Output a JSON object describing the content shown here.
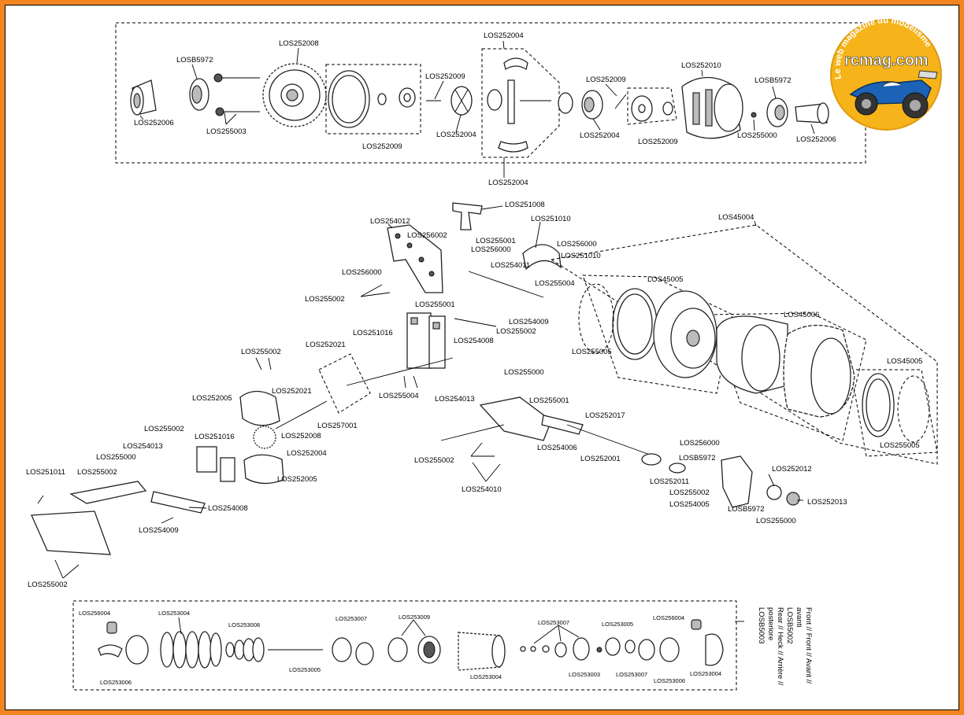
{
  "logo": {
    "arc_text": "Le web magazine du modelisme",
    "brand": "rcmag.com",
    "colors": {
      "brand_yellow": "#f6b41a",
      "brand_blue": "#1c63b7",
      "frame_orange": "#f2851f"
    }
  },
  "notes": {
    "lines": [
      "Front // Front // Avant //",
      "avanti",
      "LOSB5002",
      "Rear // Heck // Arrière //",
      "posteriore",
      "LOSB5003"
    ]
  },
  "labels": {
    "top": {
      "l01": "LOSB5972",
      "l02": "LOS252008",
      "l03": "LOS252004",
      "l04": "LOS252009",
      "l05": "LOS252010",
      "l06": "LOSB5972",
      "l07": "LOS252006",
      "l08": "LOS255003",
      "l09": "LOS252009",
      "l10": "LOS252004",
      "l11": "LOS252009",
      "l12": "LOS252004",
      "l13": "LOS252009",
      "l14": "LOS255000",
      "l15": "LOS252006",
      "l16": "LOS252004"
    },
    "mid": {
      "m01": "LOS251008",
      "m02": "LOS254012",
      "m03": "LOS251010",
      "m04": "LOS256002",
      "m05": "LOS255001",
      "m06": "LOS256000",
      "m07": "LOS256000",
      "m08": "LOS251010",
      "m09": "LOS254011",
      "m10": "LOS256000",
      "m11": "LOS255004",
      "m12": "LOS255002",
      "m13": "LOS255001",
      "m14": "LOS254009",
      "m15": "LOS255002",
      "m16": "LOS251016",
      "m17": "LOS254008",
      "m18": "LOS252021",
      "m19": "LOS255002",
      "m20": "LOS252021",
      "m21": "LOS252005",
      "m22": "LOS255004",
      "m23": "LOS257001",
      "m24": "LOS255002",
      "m25": "LOS252008",
      "m26": "LOS251016",
      "m27": "LOS252004",
      "m28": "LOS254013",
      "m29": "LOS255000",
      "m30": "LOS252005",
      "m31": "LOS251011",
      "m32": "LOS255002",
      "m33": "LOS254008",
      "m34": "LOS254009",
      "m35": "LOS255002",
      "m36": "LOS45004",
      "m37": "LOS45005",
      "m38": "LOS45006",
      "m39": "LOS255005",
      "m40": "LOS45005",
      "m41": "LOS255005",
      "m42": "LOS255000",
      "m43": "LOS254013",
      "m44": "LOS255001",
      "m45": "LOS252017",
      "m46": "LOS254006",
      "m47": "LOS255002",
      "m48": "LOS252001",
      "m49": "LOS254010",
      "m50": "LOS256000",
      "m51": "LOSB5972",
      "m52": "LOS252011",
      "m53": "LOS255002",
      "m54": "LOS254005",
      "m55": "LOSB5972",
      "m56": "LOS252012",
      "m57": "LOS252013",
      "m58": "LOS255000"
    },
    "bottom": {
      "b01": "LOS256004",
      "b02": "LOS253004",
      "b03": "LOS253008",
      "b04": "LOS253007",
      "b05": "LOS253009",
      "b06": "LOS253007",
      "b07": "LOS253005",
      "b08": "LOS256004",
      "b09": "LOS253006",
      "b10": "LOS253005",
      "b11": "LOS253004",
      "b12": "LOS253003",
      "b13": "LOS253007",
      "b14": "LOS253006",
      "b15": "LOS253004"
    }
  }
}
